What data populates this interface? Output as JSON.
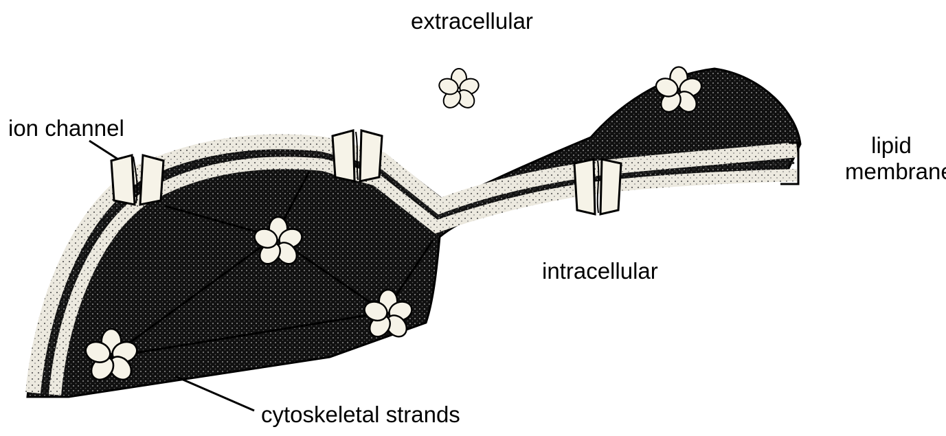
{
  "labels": {
    "extracellular": "extracellular",
    "ion_channel": "ion channel",
    "lipid_line1": "lipid",
    "lipid_line2": "membrane",
    "intracellular": "intracellular",
    "cytoskeletal": "cytoskeletal strands"
  },
  "colors": {
    "ink": "#000000",
    "paper": "#ffffff",
    "membrane_fill": "#1a1a1a",
    "bilayer_light": "#ece9df",
    "protein": "#f6f3e8"
  }
}
